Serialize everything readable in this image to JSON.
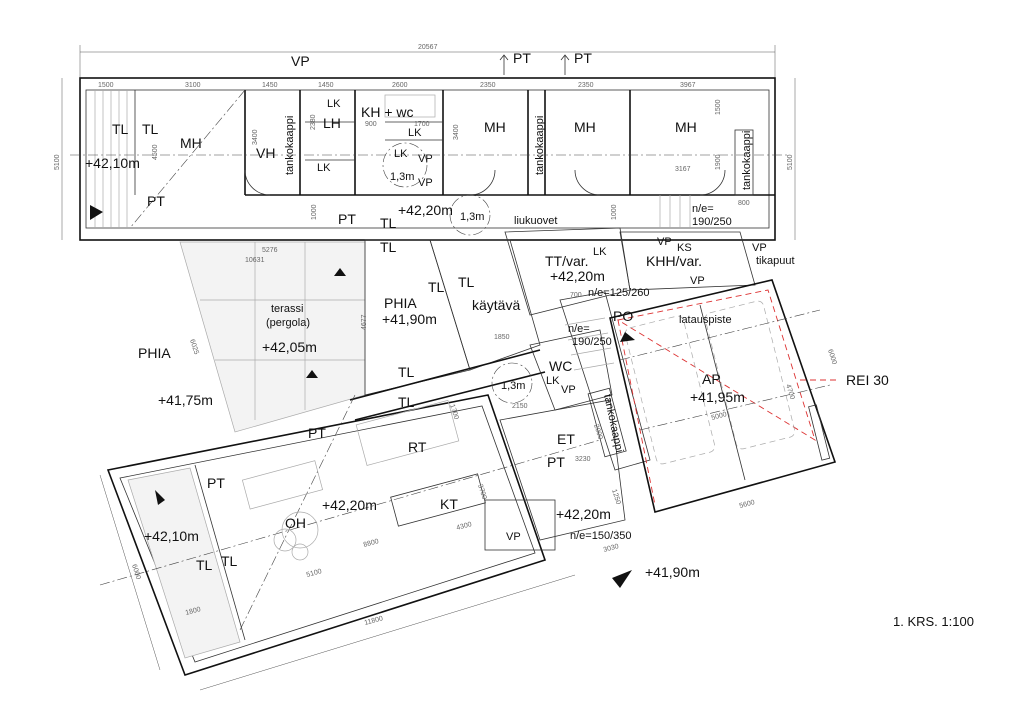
{
  "drawing": {
    "title": "1. KRS. 1:100",
    "accent_color": "#dd3333"
  },
  "rooms": {
    "tl1": "TL",
    "tl2": "TL",
    "mh1": "MH",
    "elev_balcony": "+42,10m",
    "pt1": "PT",
    "vh": "VH",
    "tank1": "tankokaappi",
    "lk1": "LK",
    "lh": "LH",
    "lk2": "LK",
    "khwc": "KH + wc",
    "lk3": "LK",
    "lk4": "LK",
    "vp1": "VP",
    "r13a": "1,3m",
    "vp2": "VP",
    "vp_top": "VP",
    "pt_top1": "PT",
    "pt_top2": "PT",
    "mh2": "MH",
    "tank2": "tankokaappi",
    "mh3": "MH",
    "mh4": "MH",
    "tank3": "tankokaappi",
    "stairs1a": "n/e=",
    "stairs1b": "190/250",
    "elev_corr": "+42,20m",
    "r13b": "1,3m",
    "liukuovet": "liukuovet",
    "pt2": "PT",
    "tl3": "TL",
    "tl4": "TL",
    "tt": "TT/var.",
    "tt_elev": "+42,20m",
    "lk5": "LK",
    "vp3": "VP",
    "ks": "KS",
    "khh": "KHH/var.",
    "vp4": "VP",
    "vp5": "VP",
    "tikapuut": "tikapuut",
    "stairs2": "n/e=125/260",
    "terassi": "terassi",
    "pergola": "(pergola)",
    "terassi_elev": "+42,05m",
    "phia1": "PHIA",
    "phia1_elev": "+41,75m",
    "phia2": "PHIA",
    "phia2_elev": "+41,90m",
    "tl5": "TL",
    "tl6": "TL",
    "kaytava": "käytävä",
    "tl7": "TL",
    "tl8": "TL",
    "po": "PO",
    "latauspiste": "latauspiste",
    "stairs3a": "n/e=",
    "stairs3b": "190/250",
    "wc": "WC",
    "lk6": "LK",
    "vp6": "VP",
    "r13c": "1,3m",
    "ap": "AP",
    "ap_elev": "+41,95m",
    "rei": "REI 30",
    "tank4": "tankokaappi",
    "et": "ET",
    "pt3": "PT",
    "et_elev": "+42,20m",
    "stairs4": "n/e=150/350",
    "pt4": "PT",
    "rt": "RT",
    "kt": "KT",
    "oh_elev": "+42,20m",
    "oh": "OH",
    "pt5": "PT",
    "bal_elev": "+42,10m",
    "tl9": "TL",
    "tl10": "TL",
    "vp7": "VP",
    "site_elev": "+41,90m"
  },
  "dimensions": {
    "d20567": "20567",
    "d1500": "1500",
    "d3100": "3100",
    "d1450a": "1450",
    "d1450b": "1450",
    "d2600": "2600",
    "d2350a": "2350",
    "d2350b": "2350",
    "d3967": "3967",
    "d3167": "3167",
    "d5100a": "5100",
    "d5100b": "5100",
    "d4500": "4500",
    "d3400a": "3400",
    "d3400b": "3400",
    "d2380": "2380",
    "d900": "900",
    "d1700": "1700",
    "d1000a": "1000",
    "d1000b": "1000",
    "d800": "800",
    "d1500b": "1500",
    "d1900": "1900",
    "d5276": "5276",
    "d10631": "10631",
    "d4677": "4677",
    "d6025": "6025",
    "d1850": "1850",
    "d2150": "2150",
    "d700": "700",
    "d3230": "3230",
    "d3700": "3700",
    "d4300": "4300",
    "d8800": "8800",
    "d5100c": "5100",
    "d11800": "11800",
    "d1800": "1800",
    "d6000a": "6000",
    "d3030": "3030",
    "d5600": "5600",
    "d6000b": "6000",
    "d4700": "4700",
    "d5000": "5000",
    "d2000": "2000",
    "d1250": "1250",
    "d1700b": "1700"
  }
}
